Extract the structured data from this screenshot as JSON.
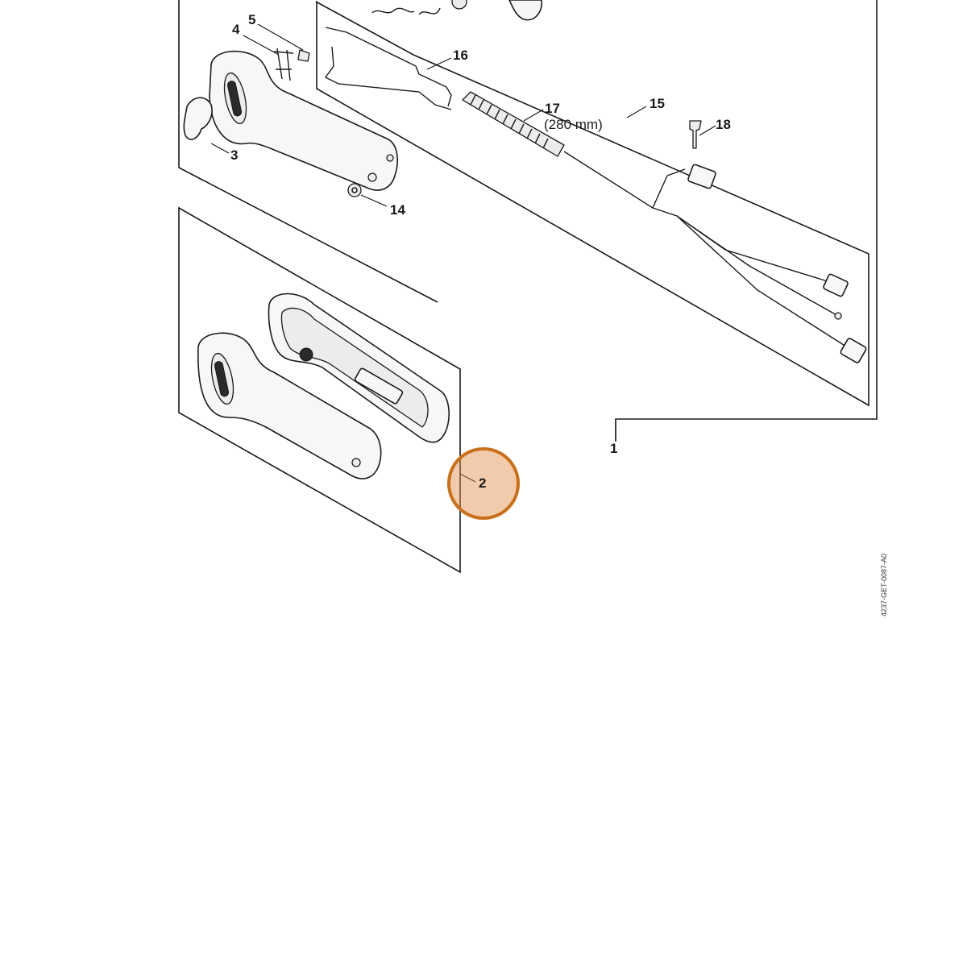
{
  "diagram": {
    "callouts": [
      {
        "id": "1",
        "text": "1"
      },
      {
        "id": "2",
        "text": "2"
      },
      {
        "id": "3",
        "text": "3"
      },
      {
        "id": "4",
        "text": "4"
      },
      {
        "id": "5",
        "text": "5"
      },
      {
        "id": "14",
        "text": "14"
      },
      {
        "id": "15",
        "text": "15"
      },
      {
        "id": "16",
        "text": "16"
      },
      {
        "id": "17",
        "text": "17"
      },
      {
        "id": "18",
        "text": "18"
      }
    ],
    "notes": {
      "cable_length": "(280 mm)"
    },
    "drawing_code": "4237-GET-0087-A0",
    "highlight": {
      "target_callout": "2",
      "color": "#e28c46",
      "ring_color": "#c8701c"
    }
  }
}
